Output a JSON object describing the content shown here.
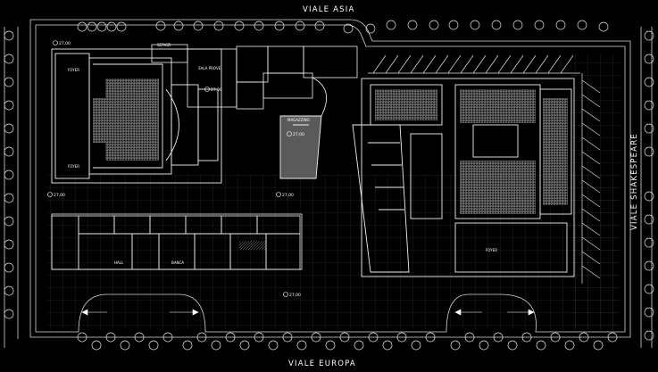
{
  "streets": {
    "north": "VIALE ASIA",
    "south": "VIALE EUROPA",
    "east": "VIALE SHAKESPEARE"
  },
  "elevations": {
    "nw": "27,00",
    "ramp": "27,00",
    "foyer_north": "27,00",
    "west_mid": "27,00",
    "center_mid": "27,00",
    "south": "27,00"
  },
  "rooms": {
    "servizi": "SERVIZI",
    "foyer_top": "FOYER",
    "foyer_bottom": "FOYER",
    "sala_prove": "SALA PROVE",
    "magazzino": "MAGAZZINO",
    "hall": "HALL",
    "banca": "BANCA",
    "foyer_main": "FOYER"
  }
}
